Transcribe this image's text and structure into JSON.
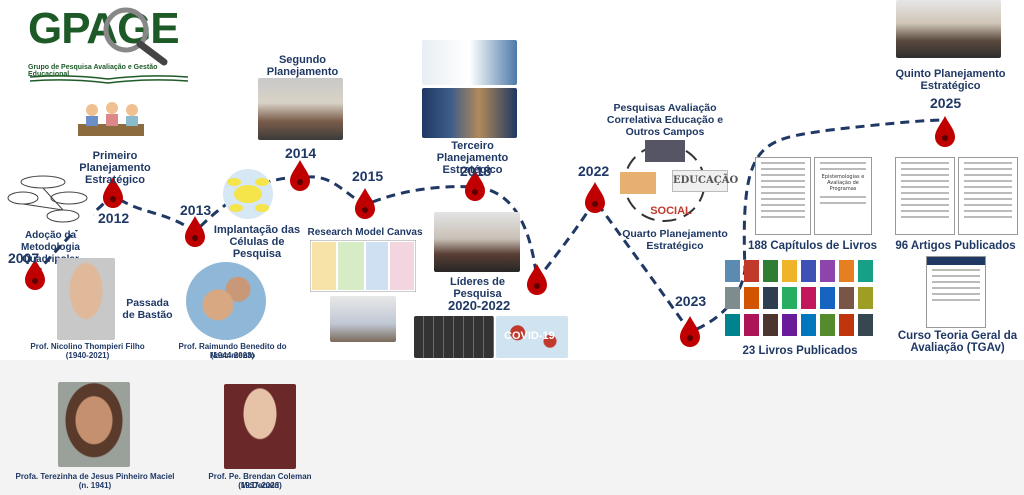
{
  "logo": {
    "acronym": "GPAGE",
    "subtitle": "Grupo de Pesquisa Avaliação e Gestão Educacional"
  },
  "colors": {
    "path": "#1f3864",
    "drop": "#c00000",
    "text": "#1f3864",
    "logo_green": "#1e5a28"
  },
  "years": {
    "y2007": "2007",
    "y2012": "2012",
    "y2013": "2013",
    "y2014": "2014",
    "y2015": "2015",
    "y2018": "2018",
    "y2020": "2020-2022",
    "y2022": "2022",
    "y2023": "2023",
    "y2025": "2025"
  },
  "milestones": {
    "adocao": "Adoção da Metodologia Quadripolar",
    "primeiro": "Primeiro Planejamento Estratégico",
    "implantacao": "Implantação das Células de Pesquisa",
    "segundo": "Segundo Planejamento Estratégico",
    "research": "Research Model Canvas",
    "terceiro": "Terceiro Planejamento Estratégico",
    "lideres": "Líderes de Pesquisa",
    "pesquisas": "Pesquisas Avaliação Correlativa Educação e Outros Campos",
    "quarto": "Quarto Planejamento Estratégico",
    "capitulos": "188 Capítulos de Livros",
    "livros": "23 Livros Publicados",
    "artigos": "96 Artigos Publicados",
    "curso": "Curso Teoria Geral da Avaliação (TGAv)",
    "quinto": "Quinto Planejamento Estratégico",
    "passada": "Passada de Bastão"
  },
  "people": {
    "nicolino": {
      "name": "Prof. Nicolino Thompieri Filho",
      "years": "(1940-2021)"
    },
    "raimundo": {
      "name": "Prof. Raimundo Benedito do Nascimento",
      "years": "(1944-2023)"
    },
    "terezinha": {
      "name": "Profa. Terezinha de Jesus Pinheiro Maciel",
      "years": "(n. 1941)"
    },
    "brendan": {
      "name": "Prof. Pe. Brendan Coleman McDonald",
      "years": "(1937-2023)"
    }
  },
  "figure_text": {
    "educacao": "EDUCAÇÃO",
    "social": "SOCIAL",
    "covid": "COVID-19",
    "book_title": "Epistemologias e Avaliação de Programas"
  }
}
